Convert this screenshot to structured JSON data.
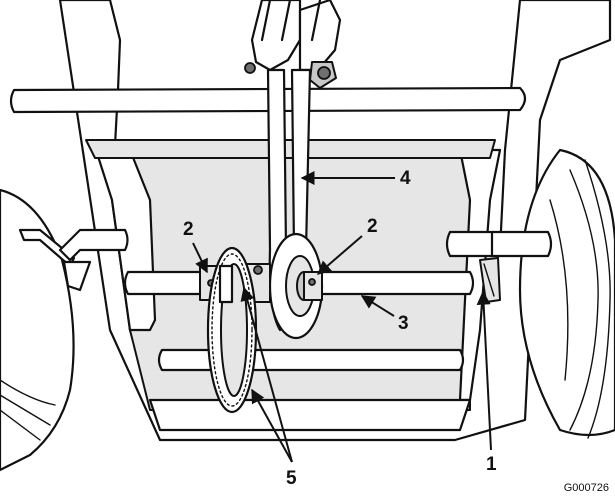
{
  "callouts": [
    {
      "id": "c1",
      "label": "1"
    },
    {
      "id": "c2a",
      "label": "2"
    },
    {
      "id": "c2b",
      "label": "2"
    },
    {
      "id": "c3",
      "label": "3"
    },
    {
      "id": "c4",
      "label": "4"
    },
    {
      "id": "c5",
      "label": "5"
    }
  ],
  "figure_id": "G000726"
}
